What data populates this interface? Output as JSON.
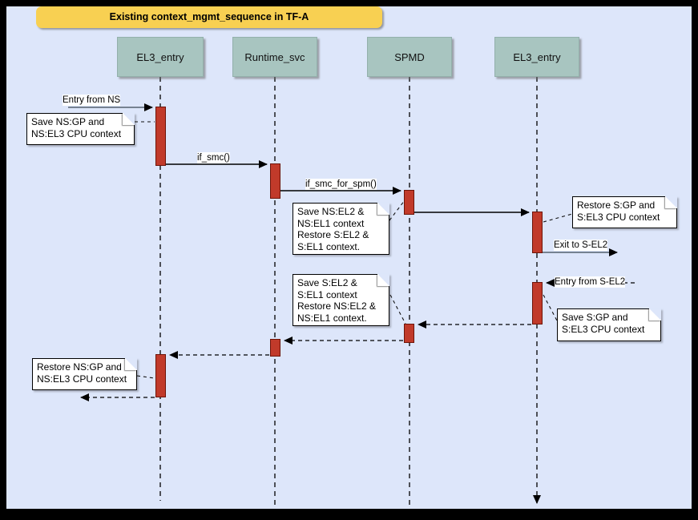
{
  "title": "Existing context_mgmt_sequence in TF-A",
  "lifelines": [
    {
      "label": "EL3_entry"
    },
    {
      "label": "Runtime_svc"
    },
    {
      "label": "SPMD"
    },
    {
      "label": "EL3_entry"
    }
  ],
  "messages": {
    "entry_from_ns": "Entry from NS",
    "if_smc": "if_smc()",
    "if_smc_for_spm": "if_smc_for_spm()",
    "exit_to_s_el2": "Exit to S-EL2",
    "entry_from_s_el2": "Entry from S-EL2"
  },
  "notes": [
    {
      "lines": [
        "Save NS:GP and",
        "NS:EL3 CPU context"
      ]
    },
    {
      "lines": [
        "Restore S:GP and",
        "S:EL3 CPU context"
      ]
    },
    {
      "lines": [
        "Save NS:EL2 &",
        "NS:EL1 context",
        "Restore S:EL2 &",
        "S:EL1 context."
      ]
    },
    {
      "lines": [
        "Save S:EL2 &",
        "S:EL1 context",
        "Restore NS:EL2 &",
        "NS:EL1 context."
      ]
    },
    {
      "lines": [
        "Save S:GP and",
        "S:EL3 CPU context"
      ]
    },
    {
      "lines": [
        "Restore NS:GP and",
        "NS:EL3 CPU context"
      ]
    }
  ],
  "colors": {
    "background": "#dde6fa",
    "frame": "#000000",
    "banner": "#f8d052",
    "lifeline_box": "#a8c5c0",
    "activation_fill": "#c13a2a",
    "activation_border": "#6e1408",
    "note_background": "#ffffff"
  }
}
